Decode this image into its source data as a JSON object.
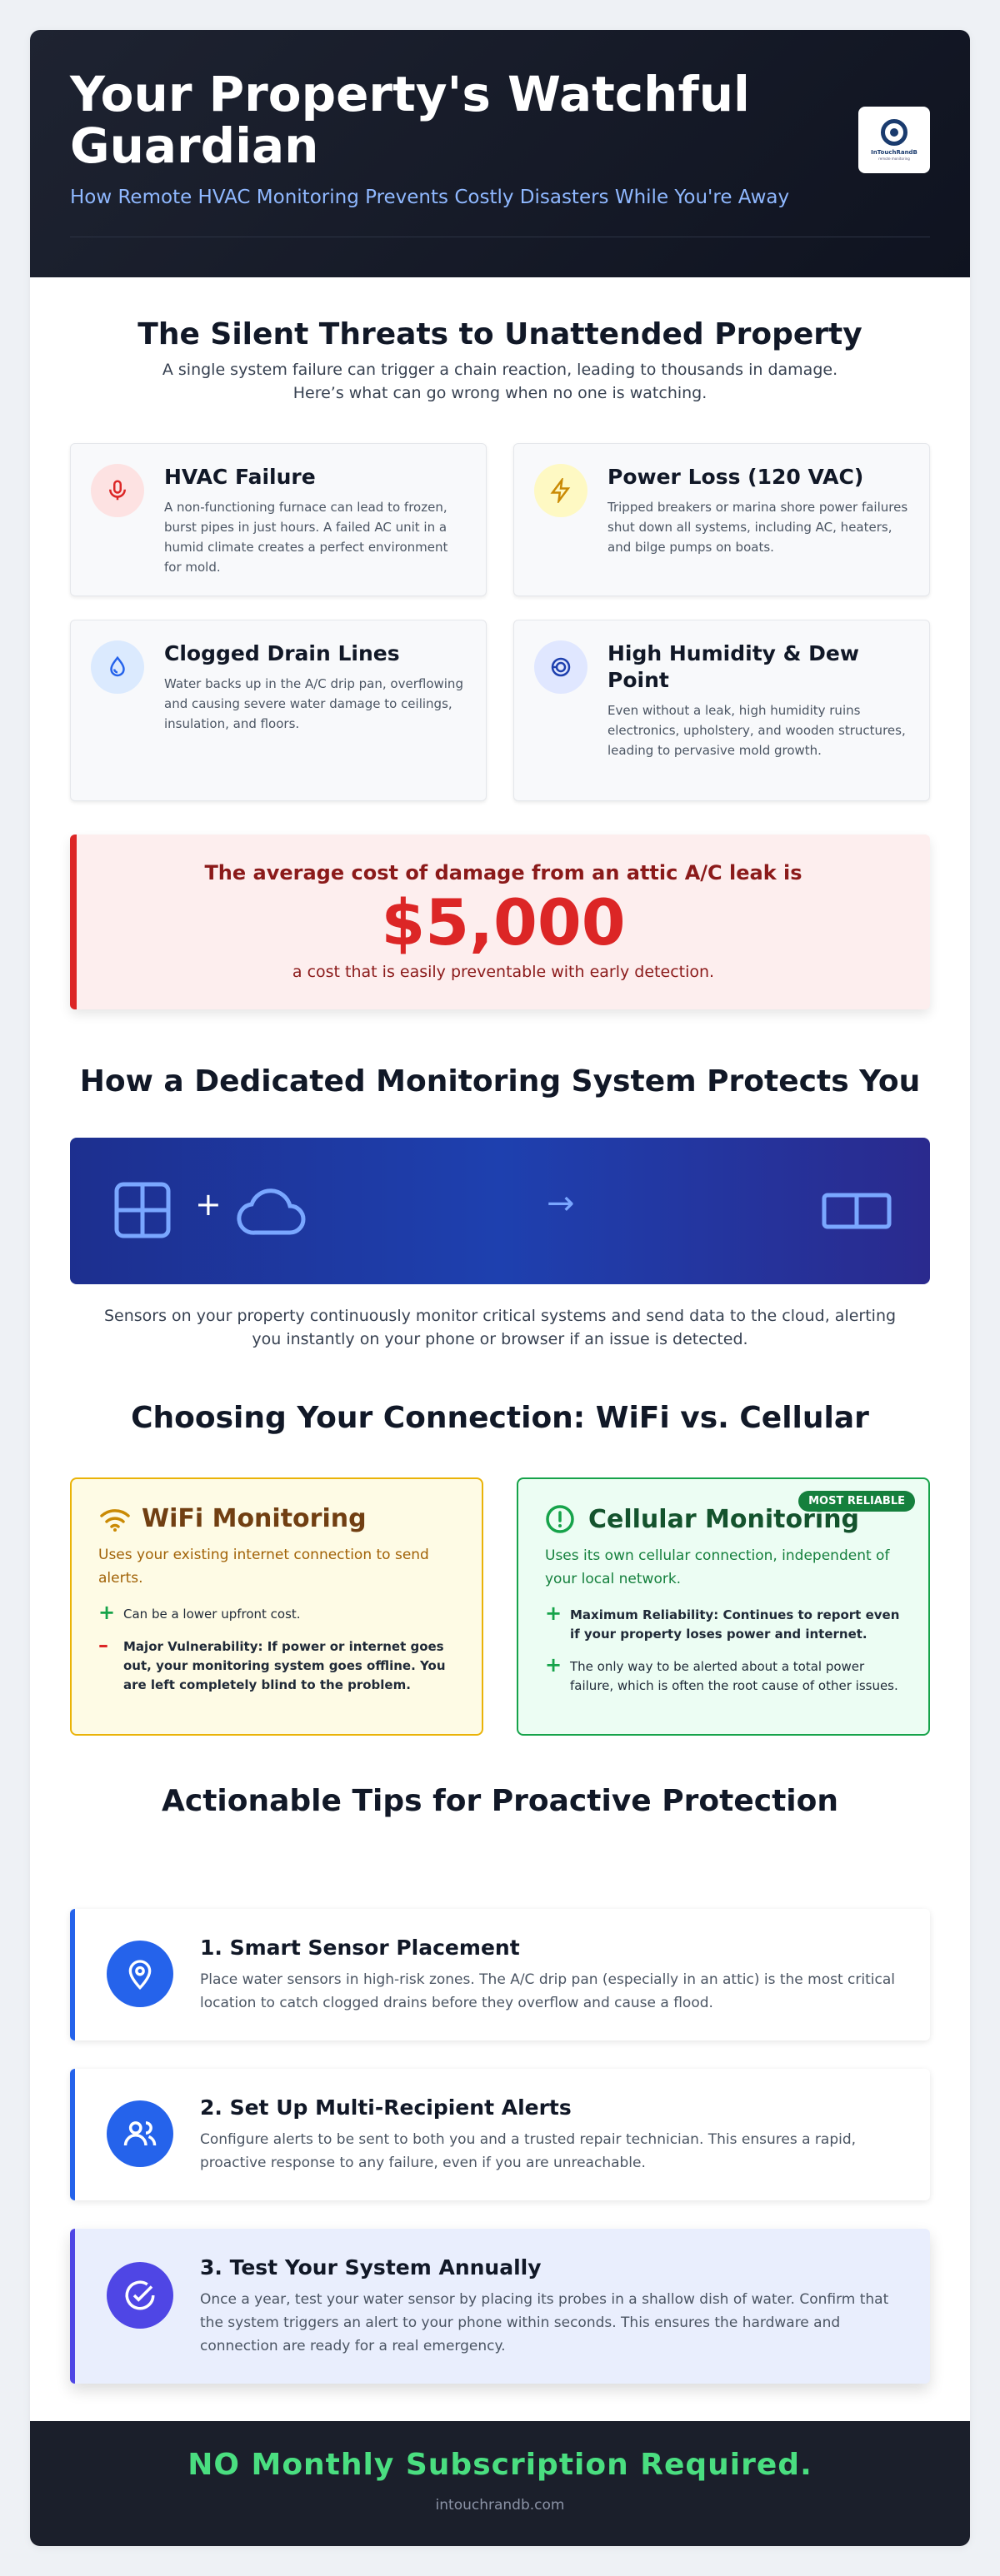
{
  "hero": {
    "title": "Your Property's Watchful Guardian",
    "subtitle": "How Remote HVAC Monitoring Prevents Costly Disasters While You're Away",
    "logo_text": "InTouchRandB",
    "logo_sub": "remote monitoring"
  },
  "threats": {
    "title": "The Silent Threats to Unattended Property",
    "lead_line1": "A single system failure can trigger a chain reaction, leading to thousands in damage.",
    "lead_line2": "Here’s what can go wrong when no one is watching.",
    "cards": [
      {
        "title": "HVAC Failure",
        "text": "A non-functioning furnace can lead to frozen, burst pipes in just hours. A failed AC unit in a humid climate creates a perfect environment for mold.",
        "icon": "thermometer-icon",
        "color": "#fde2e2"
      },
      {
        "title": "Power Loss (120 VAC)",
        "text": "Tripped breakers or marina shore power failures shut down all systems, including AC, heaters, and bilge pumps on boats.",
        "icon": "lightning-icon",
        "color": "#fef9c3"
      },
      {
        "title": "Clogged Drain Lines",
        "text": "Water backs up in the A/C drip pan, overflowing and causing severe water damage to ceilings, insulation, and floors.",
        "icon": "water-drop-icon",
        "color": "#dbeafe"
      },
      {
        "title": "High Humidity & Dew Point",
        "text": "Even without a leak, high humidity ruins electronics, upholstery, and wooden structures, leading to pervasive mold growth.",
        "icon": "humidity-icon",
        "color": "#e0e7ff"
      }
    ]
  },
  "callout": {
    "top": "The average cost of damage from an attic A/C leak is",
    "amount": "$5,000",
    "bottom": "a cost that is easily preventable with early detection."
  },
  "protect": {
    "title": "How a Dedicated Monitoring System Protects You",
    "plus": "+",
    "arrow": "→",
    "lead_line1": "Sensors on your property continuously monitor critical systems and send data to the cloud, alerting",
    "lead_line2": "you instantly on your phone or browser if an issue is detected."
  },
  "connection": {
    "title": "Choosing Your Connection: WiFi vs. Cellular",
    "wifi": {
      "title": "WiFi Monitoring",
      "desc": "Uses your existing internet connection to send alerts.",
      "pro": "Can be a lower upfront cost.",
      "con": "Major Vulnerability: If power or internet goes out, your monitoring system goes offline. You are left completely blind to the problem."
    },
    "cellular": {
      "title": "Cellular Monitoring",
      "badge": "MOST RELIABLE",
      "desc": "Uses its own cellular connection, independent of your local network.",
      "pro1": "Maximum Reliability: Continues to report even if your property loses power and internet.",
      "pro2": "The only way to be alerted about a total power failure, which is often the root cause of other issues."
    },
    "plus_mark": "+",
    "minus_mark": "–"
  },
  "tips": {
    "title": "Actionable Tips for Proactive Protection",
    "items": [
      {
        "title": "1. Smart Sensor Placement",
        "text": "Place water sensors in high-risk zones. The A/C drip pan (especially in an attic) is the most critical location to catch clogged drains before they overflow and cause a flood.",
        "icon": "location-pin-icon"
      },
      {
        "title": "2. Set Up Multi-Recipient Alerts",
        "text": "Configure alerts to be sent to both you and a trusted repair technician. This ensures a rapid, proactive response to any failure, even if you are unreachable.",
        "icon": "users-icon"
      },
      {
        "title": "3. Test Your System Annually",
        "text": "Once a year, test your water sensor by placing its probes in a shallow dish of water. Confirm that the system triggers an alert to your phone within seconds. This ensures the hardware and connection are ready for a real emergency.",
        "icon": "check-circle-icon"
      }
    ]
  },
  "footer": {
    "headline": "NO Monthly Subscription Required.",
    "site": "intouchrandb.com"
  }
}
